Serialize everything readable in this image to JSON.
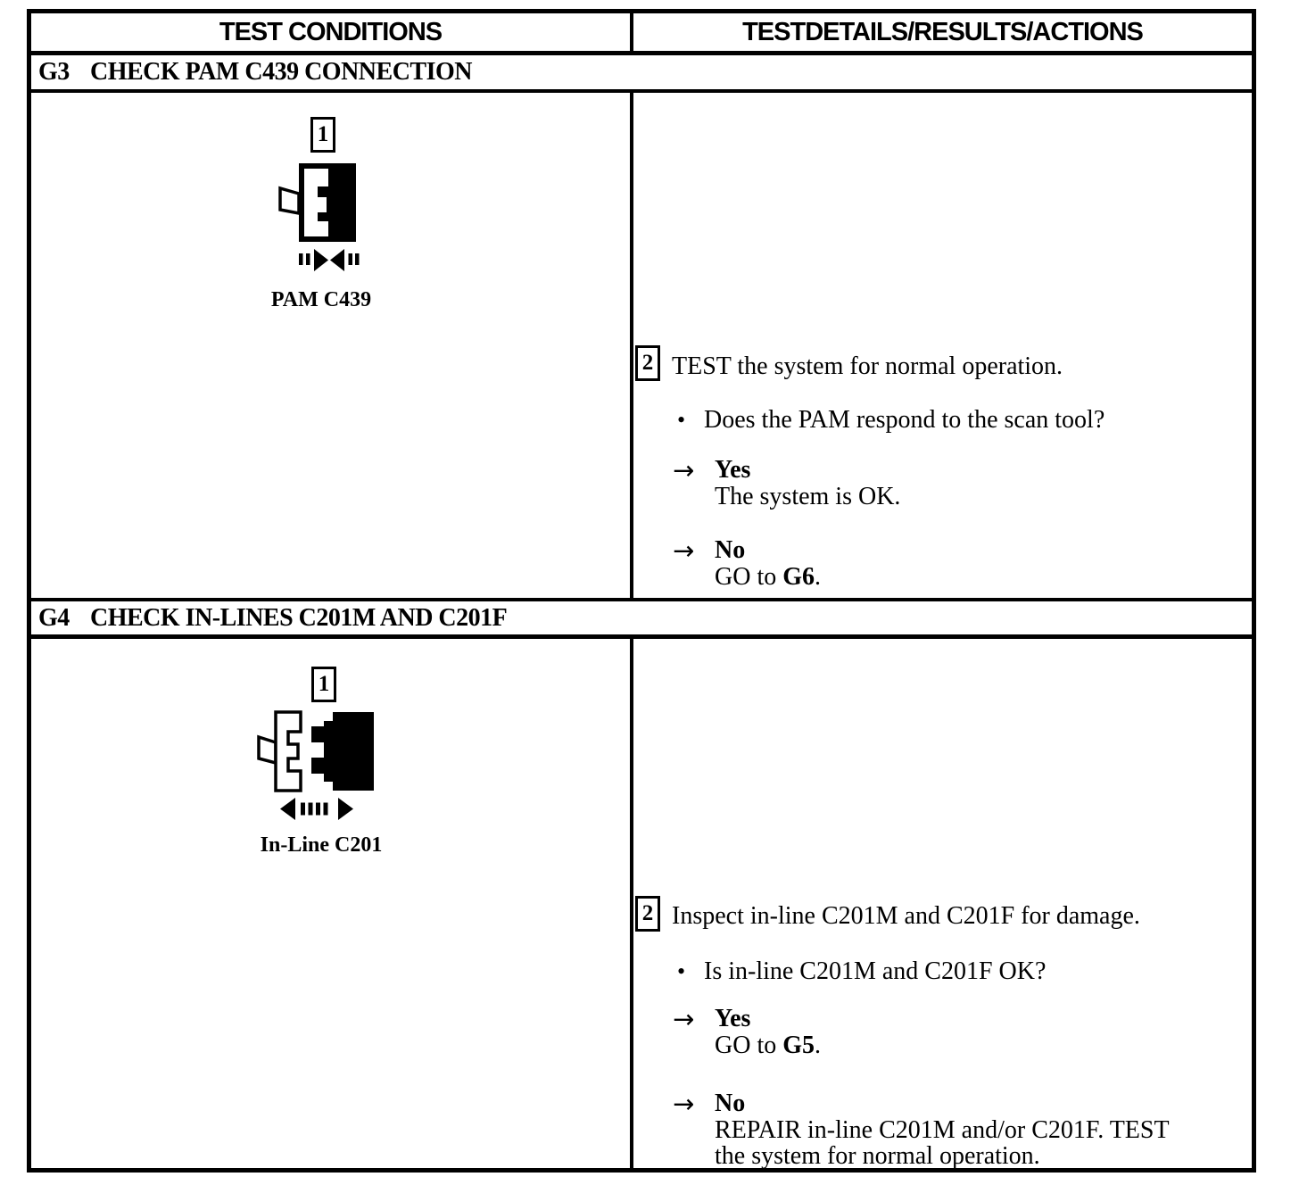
{
  "colors": {
    "ink": "#000000",
    "paper": "#ffffff"
  },
  "glyphs": {
    "bullet": "•",
    "arrow": "→"
  },
  "header": {
    "col_conditions": "TEST CONDITIONS",
    "col_details": "TESTDETAILS/RESULTS/ACTIONS"
  },
  "g3": {
    "id": "G3",
    "title": "CHECK PAM C439 CONNECTION",
    "figure": {
      "number": "1",
      "caption": "PAM C439",
      "icon": "connector-mated-icon",
      "arrows": "connect"
    },
    "step": {
      "number": "2",
      "instruction": "TEST the system for normal operation.",
      "question": "Does the PAM respond to the scan tool?",
      "yes_label": "Yes",
      "yes_action": "The system is OK.",
      "no_label": "No",
      "no_action_pre": "GO to ",
      "no_action_ref": "G6",
      "no_action_post": "."
    }
  },
  "g4": {
    "id": "G4",
    "title": "CHECK IN-LINES C201M AND C201F",
    "figure": {
      "number": "1",
      "caption": "In-Line C201",
      "icon": "connectors-separated-icon",
      "arrows": "disconnect"
    },
    "step": {
      "number": "2",
      "instruction": "Inspect in-line C201M and C201F for damage.",
      "question": "Is in-line C201M and C201F OK?",
      "yes_label": "Yes",
      "yes_action_pre": "GO to ",
      "yes_action_ref": "G5",
      "yes_action_post": ".",
      "no_label": "No",
      "no_action_line1": "REPAIR in-line C201M and/or C201F. TEST",
      "no_action_line2": "the system for normal operation."
    }
  }
}
